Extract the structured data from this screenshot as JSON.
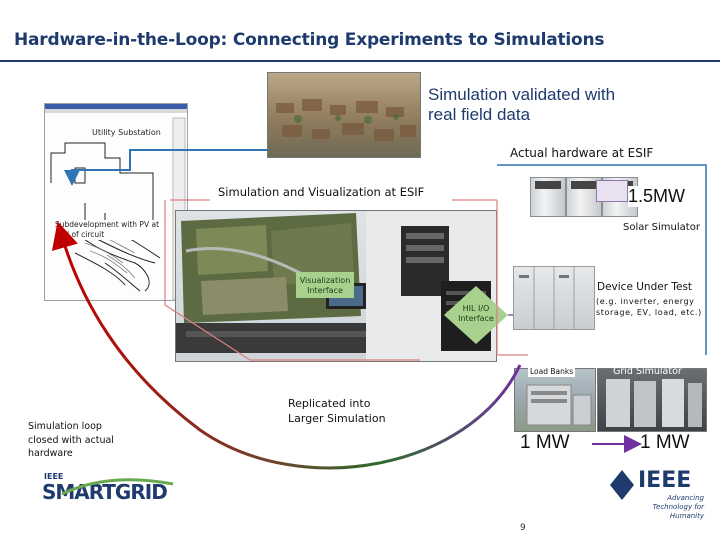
{
  "title": "Hardware-in-the-Loop: Connecting Experiments to Simulations",
  "labels": {
    "sim_validated": "Simulation validated with real field data",
    "actual_hw": "Actual hardware at ESIF",
    "sim_vis": "Simulation and Visualization at ESIF",
    "utility_substation": "Utility Substation",
    "subdevelopment": "Subdevelopment with PV at end of circuit",
    "power_1_5mw": "1.5MW",
    "solar_sim": "Solar Simulator",
    "vis_interface": "Visualization Interface",
    "hil_io": "HIL I/O Interface",
    "dut": "Device Under Test",
    "dut_sub": "(e.g. inverter, energy storage, EV, load, etc.)",
    "load_banks": "Load Banks",
    "grid_sim": "Grid Simulator",
    "replicated": "Replicated into Larger Simulation",
    "loop_closed": "Simulation loop closed with actual hardware",
    "mw1_left": "1 MW",
    "mw1_right": "1 MW",
    "page_number": "9"
  },
  "logos": {
    "smartgrid_top": "IEEE",
    "smartgrid_main": "SMARTGRID",
    "ieee_name": "IEEE",
    "ieee_tag": "Advancing Technology for Humanity"
  },
  "colors": {
    "title": "#1f3b6e",
    "accent_blue": "#2e75b6",
    "bubble": "#a9d18e",
    "loop_red": "#c00000",
    "loop_purple": "#7030a0"
  }
}
